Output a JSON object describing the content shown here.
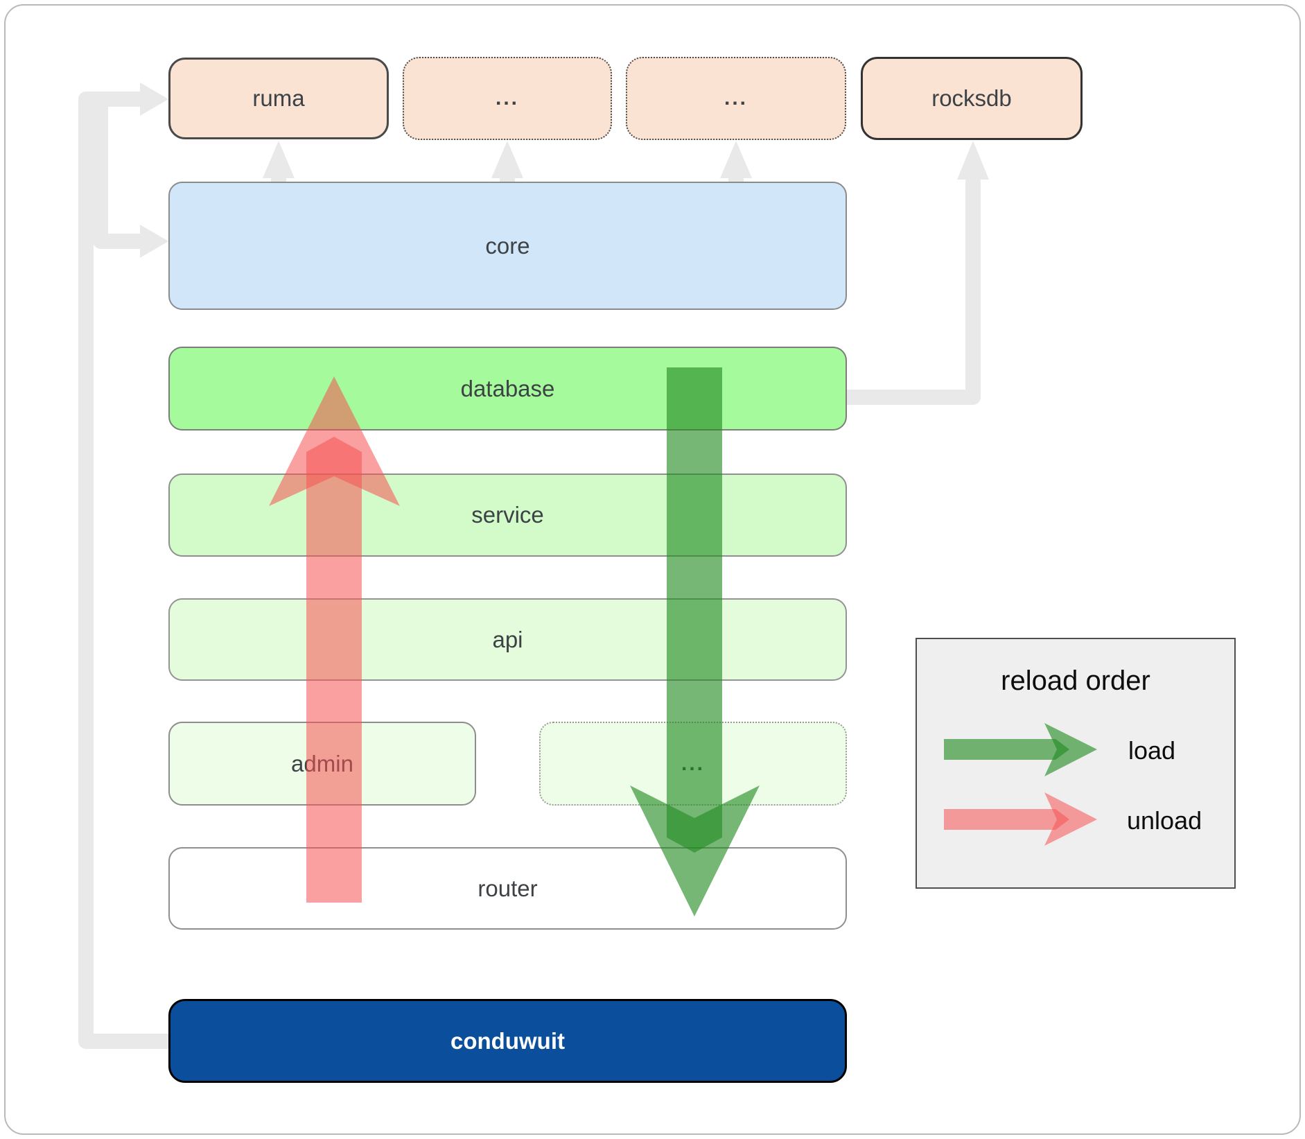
{
  "diagram": {
    "nodes": {
      "ruma": "ruma",
      "ellipsis1": "...",
      "ellipsis2": "...",
      "rocksdb": "rocksdb",
      "core": "core",
      "database": "database",
      "service": "service",
      "api": "api",
      "admin": "admin",
      "ellipsis3": "...",
      "router": "router",
      "conduwuit": "conduwuit"
    },
    "legend": {
      "title": "reload order",
      "load_label": "load",
      "unload_label": "unload"
    },
    "colors": {
      "peach_fill": "#fbe3d3",
      "blue_fill": "#d2e6fa",
      "green_bright_fill": "#a5fa9b",
      "green_light_fill": "#d3fbca",
      "green_lighter_fill": "#e4fcdc",
      "green_faint_fill": "#edfde7",
      "white_fill": "#ffffff",
      "conduwuit_blue": "#0b4f9c",
      "legend_bg": "#efefef",
      "load_green": "#228b22",
      "unload_red": "#f65252",
      "connector_gray": "#e9e9e9",
      "label_dark": "#3d4247"
    }
  }
}
